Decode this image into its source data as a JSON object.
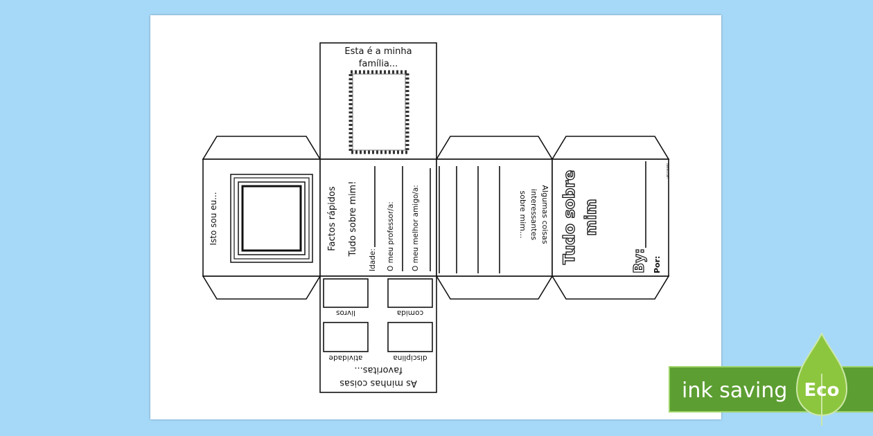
{
  "top_face": {
    "title_line1": "Esta é a minha",
    "title_line2": "família..."
  },
  "face_me": {
    "label": "Isto sou eu..."
  },
  "face_facts": {
    "title": "Factos rápidos",
    "subtitle": "Tudo sobre mim!",
    "age": "Idade:",
    "teacher": "O meu professor/a:",
    "friend": "O meu melhor amigo/a:"
  },
  "face_interesting": {
    "line1": "Algumas coisas",
    "line2": "interessantes",
    "line3": "sobre mim..."
  },
  "face_cover": {
    "title_line1": "Tudo sobre",
    "title_line2": "mim",
    "by": "By:",
    "por": "Por:",
    "brand": "twinkl.com"
  },
  "bottom_face": {
    "title_line1": "As minhas coisas",
    "title_line2": "favoritas...",
    "items": [
      "livros",
      "comida",
      "atividade",
      "disciplina"
    ]
  },
  "badge": {
    "text": "ink saving",
    "eco": "Eco",
    "green": "#5c9e32",
    "leaf": "#8cc63f"
  }
}
